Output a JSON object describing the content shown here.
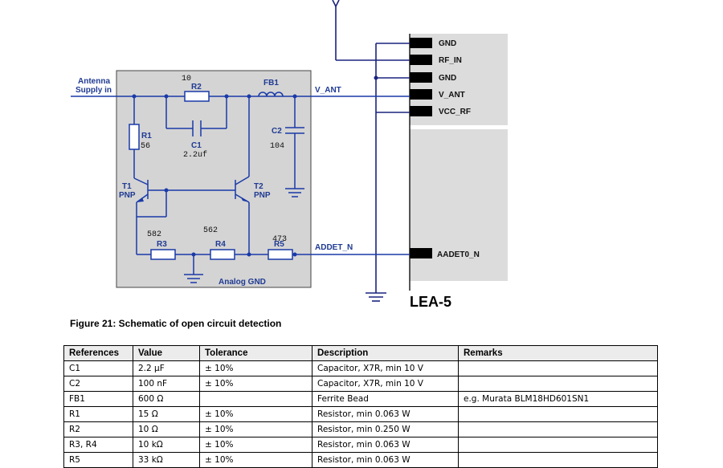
{
  "schematic": {
    "antenna_label_line1": "Antenna",
    "antenna_label_line2": "Supply in",
    "r2_value": "10",
    "r2_ref": "R2",
    "fb1_ref": "FB1",
    "c1_ref": "C1",
    "c1_value": "2.2uf",
    "r1_ref": "R1",
    "r1_value": "56",
    "c2_ref": "C2",
    "c2_value": "104",
    "t1_ref": "T1",
    "t1_type": "PNP",
    "t2_ref": "T2",
    "t2_type": "PNP",
    "r3_value": "582",
    "r3_ref": "R3",
    "r4_value": "562",
    "r4_ref": "R4",
    "r5_value": "473",
    "r5_ref": "R5",
    "analog_gnd": "Analog GND",
    "net_v_ant": "V_ANT",
    "net_addet": "ADDET_N",
    "module_name": "LEA-5",
    "pins": [
      "GND",
      "RF_IN",
      "GND",
      "V_ANT",
      "VCC_RF"
    ],
    "pin_aadet": "AADET0_N"
  },
  "caption": "Figure 21: Schematic of open circuit detection",
  "table": {
    "headers": [
      "References",
      "Value",
      "Tolerance",
      "Description",
      "Remarks"
    ],
    "rows": [
      [
        "C1",
        "2.2 µF",
        "± 10%",
        "Capacitor, X7R, min 10 V",
        ""
      ],
      [
        "C2",
        "100 nF",
        "± 10%",
        "Capacitor, X7R, min 10 V",
        ""
      ],
      [
        "FB1",
        "600 Ω",
        "",
        "Ferrite Bead",
        "e.g. Murata BLM18HD601SN1"
      ],
      [
        "R1",
        "15 Ω",
        "± 10%",
        "Resistor, min 0.063 W",
        ""
      ],
      [
        "R2",
        "10 Ω",
        "± 10%",
        "Resistor, min 0.250 W",
        ""
      ],
      [
        "R3, R4",
        "10 kΩ",
        "± 10%",
        "Resistor, min 0.063 W",
        ""
      ],
      [
        "R5",
        "33 kΩ",
        "± 10%",
        "Resistor, min 0.063 W",
        ""
      ]
    ]
  }
}
